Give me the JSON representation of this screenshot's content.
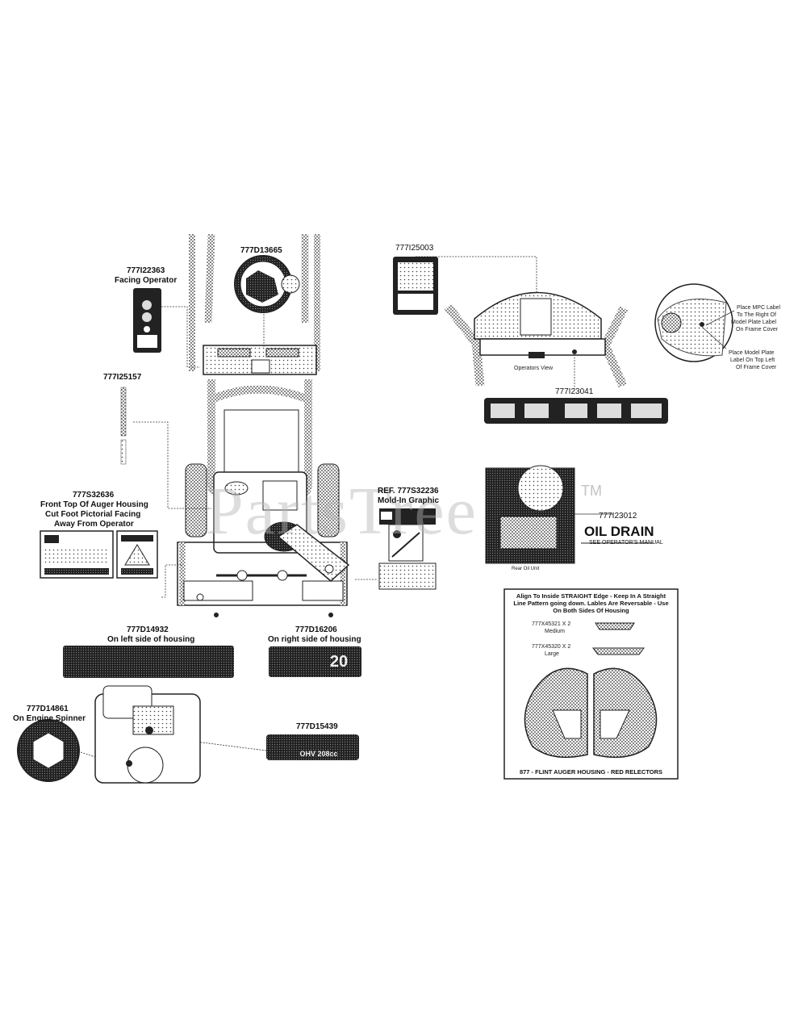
{
  "watermark": {
    "text": "PartsTree",
    "tm": "TM"
  },
  "labels": {
    "part_13665": "777D13665",
    "part_22363": "777I22363",
    "part_22363_note": "Facing Operator",
    "part_25157": "777I25157",
    "part_32636": "777S32636",
    "part_32636_note1": "Front Top Of Auger Housing",
    "part_32636_note2": "Cut Foot Pictorial Facing",
    "part_32636_note3": "Away From Operator",
    "ref_32236": "REF. 777S32236",
    "ref_32236_note": "Mold-In Graphic",
    "part_25003": "777I25003",
    "operators_view": "Operators View",
    "part_23041": "777I23041",
    "mpc_note1": "Place MPC Label",
    "mpc_note2": "To The Right Of",
    "mpc_note3": "Model Plate Label",
    "mpc_note4": "On Frame Cover",
    "model_note1": "Place Model Plate",
    "model_note2": "Label On Top Left",
    "model_note3": "Of Frame Cover",
    "part_23012": "777I23012",
    "oil_drain": "OIL DRAIN",
    "oil_drain_sub": "SEE OPERATOR'S MANUAL",
    "oil_unit": "Rear Oil Unit",
    "part_14932": "777D14932",
    "part_14932_note": "On left side of housing",
    "part_16206": "777D16206",
    "part_16206_note": "On right side of housing",
    "decal_16206_text": "20",
    "part_14861": "777D14861",
    "part_14861_note": "On Engine Spinner",
    "part_15439": "777D15439",
    "decal_15439_text": "OHV 208cc",
    "reflector_note1": "Align To Inside STRAIGHT Edge - Keep In A Straight",
    "reflector_note2": "Line Pattern going down. Lables Are Reversable - Use",
    "reflector_note3": "On Both Sides Of Housing",
    "reflector_medium": "777X45321 X 2",
    "reflector_medium_size": "Medium",
    "reflector_large": "777X45320 X 2",
    "reflector_large_size": "Large",
    "reflector_caption": "877 - FLINT AUGER HOUSING - RED RELECTORS"
  }
}
